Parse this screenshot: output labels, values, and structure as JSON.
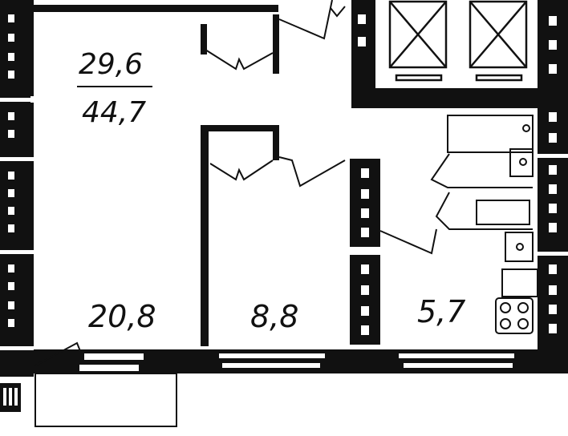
{
  "apartment": {
    "living_area": "29,6",
    "total_area": "44,7"
  },
  "rooms": [
    {
      "id": "room-large",
      "area": "20,8"
    },
    {
      "id": "room-small",
      "area": "8,8"
    },
    {
      "id": "kitchen",
      "area": "5,7"
    }
  ],
  "colors": {
    "wall": "#111111",
    "background": "#ffffff",
    "line": "#111111"
  }
}
